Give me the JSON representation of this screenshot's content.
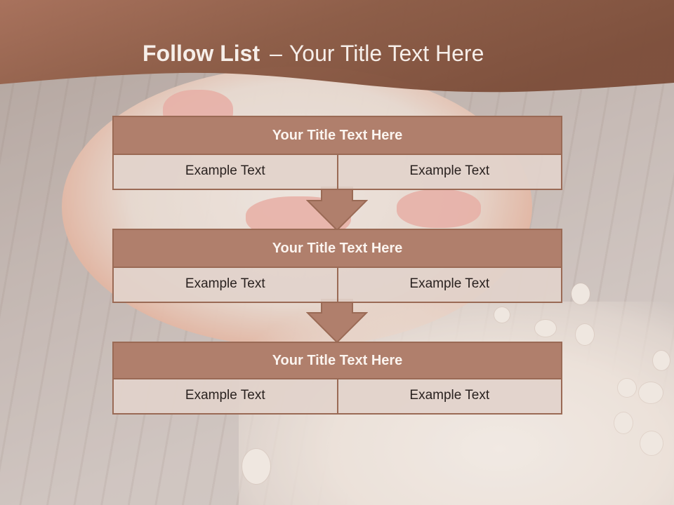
{
  "slide": {
    "title_bold": "Follow List",
    "title_separator": "–",
    "title_rest": "Your Title Text Here"
  },
  "blocks": [
    {
      "title": "Your Title Text Here",
      "cells": [
        "Example Text",
        "Example Text"
      ]
    },
    {
      "title": "Your Title Text Here",
      "cells": [
        "Example Text",
        "Example Text"
      ]
    },
    {
      "title": "Your Title Text Here",
      "cells": [
        "Example Text",
        "Example Text"
      ]
    }
  ],
  "colors": {
    "header_band": "#93604a",
    "block_title_fill": "#b07f6c",
    "block_border": "#9a6a55",
    "cell_fill": "#e2d2cb",
    "arrow_fill": "#b07f6c"
  },
  "icons": [
    "down-arrow-icon",
    "down-arrow-icon"
  ]
}
